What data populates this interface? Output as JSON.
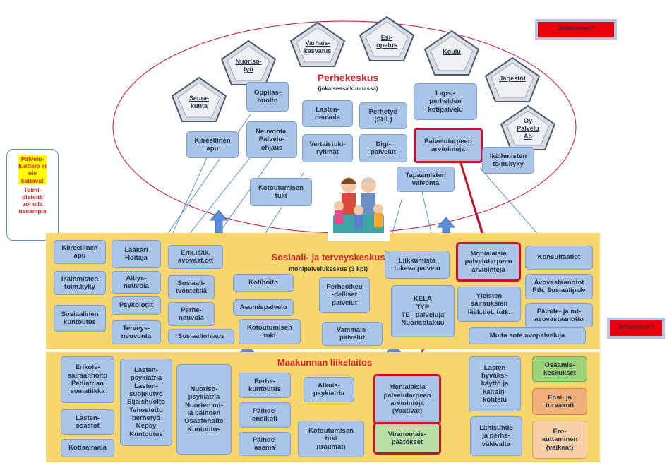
{
  "perhekeskus": {
    "title": "Perhekeskus",
    "subtitle": "(jokaisessa kunnassa)",
    "pentagons": [
      "Seura-\nkunta",
      "Nuoriso-\ntyö",
      "Varhais-\nkasvatus",
      "Esi-\nopetus",
      "Koulu",
      "Järjestöt",
      "Oy\nPalvelu\nAb"
    ],
    "boxes": [
      "Oppilas-\nhuolto",
      "Lasten-\nneuvola",
      "Perhetyö\n(SHL)",
      "Lapsi-\nperheiden\nkotipalvelu",
      "Kiireellinen\napu",
      "Neuvonta,\nPalvelu-\nohjaus",
      "Vertaistuki-\nryhmät",
      "Digi-\npalvelut",
      "Palvelutarpeen\narviointeja",
      "Ikäihmisten\ntoim.kyky",
      "Kotoutumisen\ntuki",
      "Tapaamisten\nvalvonta"
    ]
  },
  "johtaminen_top": "Johtaminen?",
  "johtaminen_right": "Johtaminen?",
  "side_note": {
    "highlight": "Palvelu-\nluettelo ei\nole\nkattava!",
    "text": "Toimi-\npisteitä\nvoi olla\nuseampia"
  },
  "sote": {
    "title": "Sosiaali- ja terveyskeskus",
    "subtitle": "monipalvelukeskus (3 kpl)",
    "boxes": [
      "Kiireellinen\napu",
      "Lääkäri\nHoitaja",
      "Erik.lääk.\navovast.ott",
      "Ikäihmisten\ntoim.kyky",
      "Äitiys-\nneuvola",
      "Sosiaali-\ntvöntekiiä",
      "Kotihoito",
      "Psykologit",
      "Perhe-\nneuvola",
      "Asumispalvelu",
      "Sosiaalinen\nkuntoutus",
      "Terveys-\nneuvonta",
      "Sosiaaliohjaus",
      "Kotoutumisen\ntuki",
      "Perheoikeu\n-delliset\npalvelut",
      "Vammais-\npalvelut",
      "Liikkumista\ntukeva palvelu",
      "KELA\nTYP\nTE –palveluja\nNuorisotakuu",
      "Monialaisia\npalvelutarpeen\narviointeja",
      "Yleisten\nsairauksien\nlääk.tiet. tutk.",
      "Konsultaatiot",
      "Avovastaanotot\nPth, Sosiaalipalv",
      "Päihde- ja mt-\navovastaanotto",
      "Muita sote avopalveluja"
    ]
  },
  "maakunta": {
    "title": "Maakunnan liikelaitos",
    "boxes": [
      "Erikois-\nsairaanhoito\nPediatrian\nsomatiikka",
      "Lasten-\npsykiatria\nLasten-\nsuojelutyö\nSijaishuolto\nTehostettu\nperhetyö\nNepsy\nKuntoutus",
      "Nuoriso-\npsykiatria\nNuorten mt-\nja päihdeh\nOsastohoito\nKuntoutus",
      "Perhe-\nkuntoutus",
      "Aikuis-\npsykiatria",
      "Monialaisia\npalvelutarpeen\narviointeja\n(Vaativat)",
      "Lasten\nhyväksi-\nkäyttö ja\nkaltoin-\nkohtelu",
      "Osaamis-\nkeskukset",
      "Lasten-\nosastot",
      "Päihde-\nensikoti",
      "Ensi- ja\nturvakoti",
      "Kotisairaala",
      "Päihde-\nasema",
      "Kotoutumisen\ntuki\n(traumat)",
      "Viranomais-\npäätökset",
      "Lähisuhde\nja perhe-\nväkivalta",
      "Ero-\nauttaminen\n(vaikeat)"
    ]
  },
  "colors": {
    "band": "#f8d66e",
    "box": "#a9c4e6",
    "red": "#c8102e",
    "title_red": "#d0202a",
    "green": "#9fd27d",
    "orange": "#f0b07a"
  }
}
